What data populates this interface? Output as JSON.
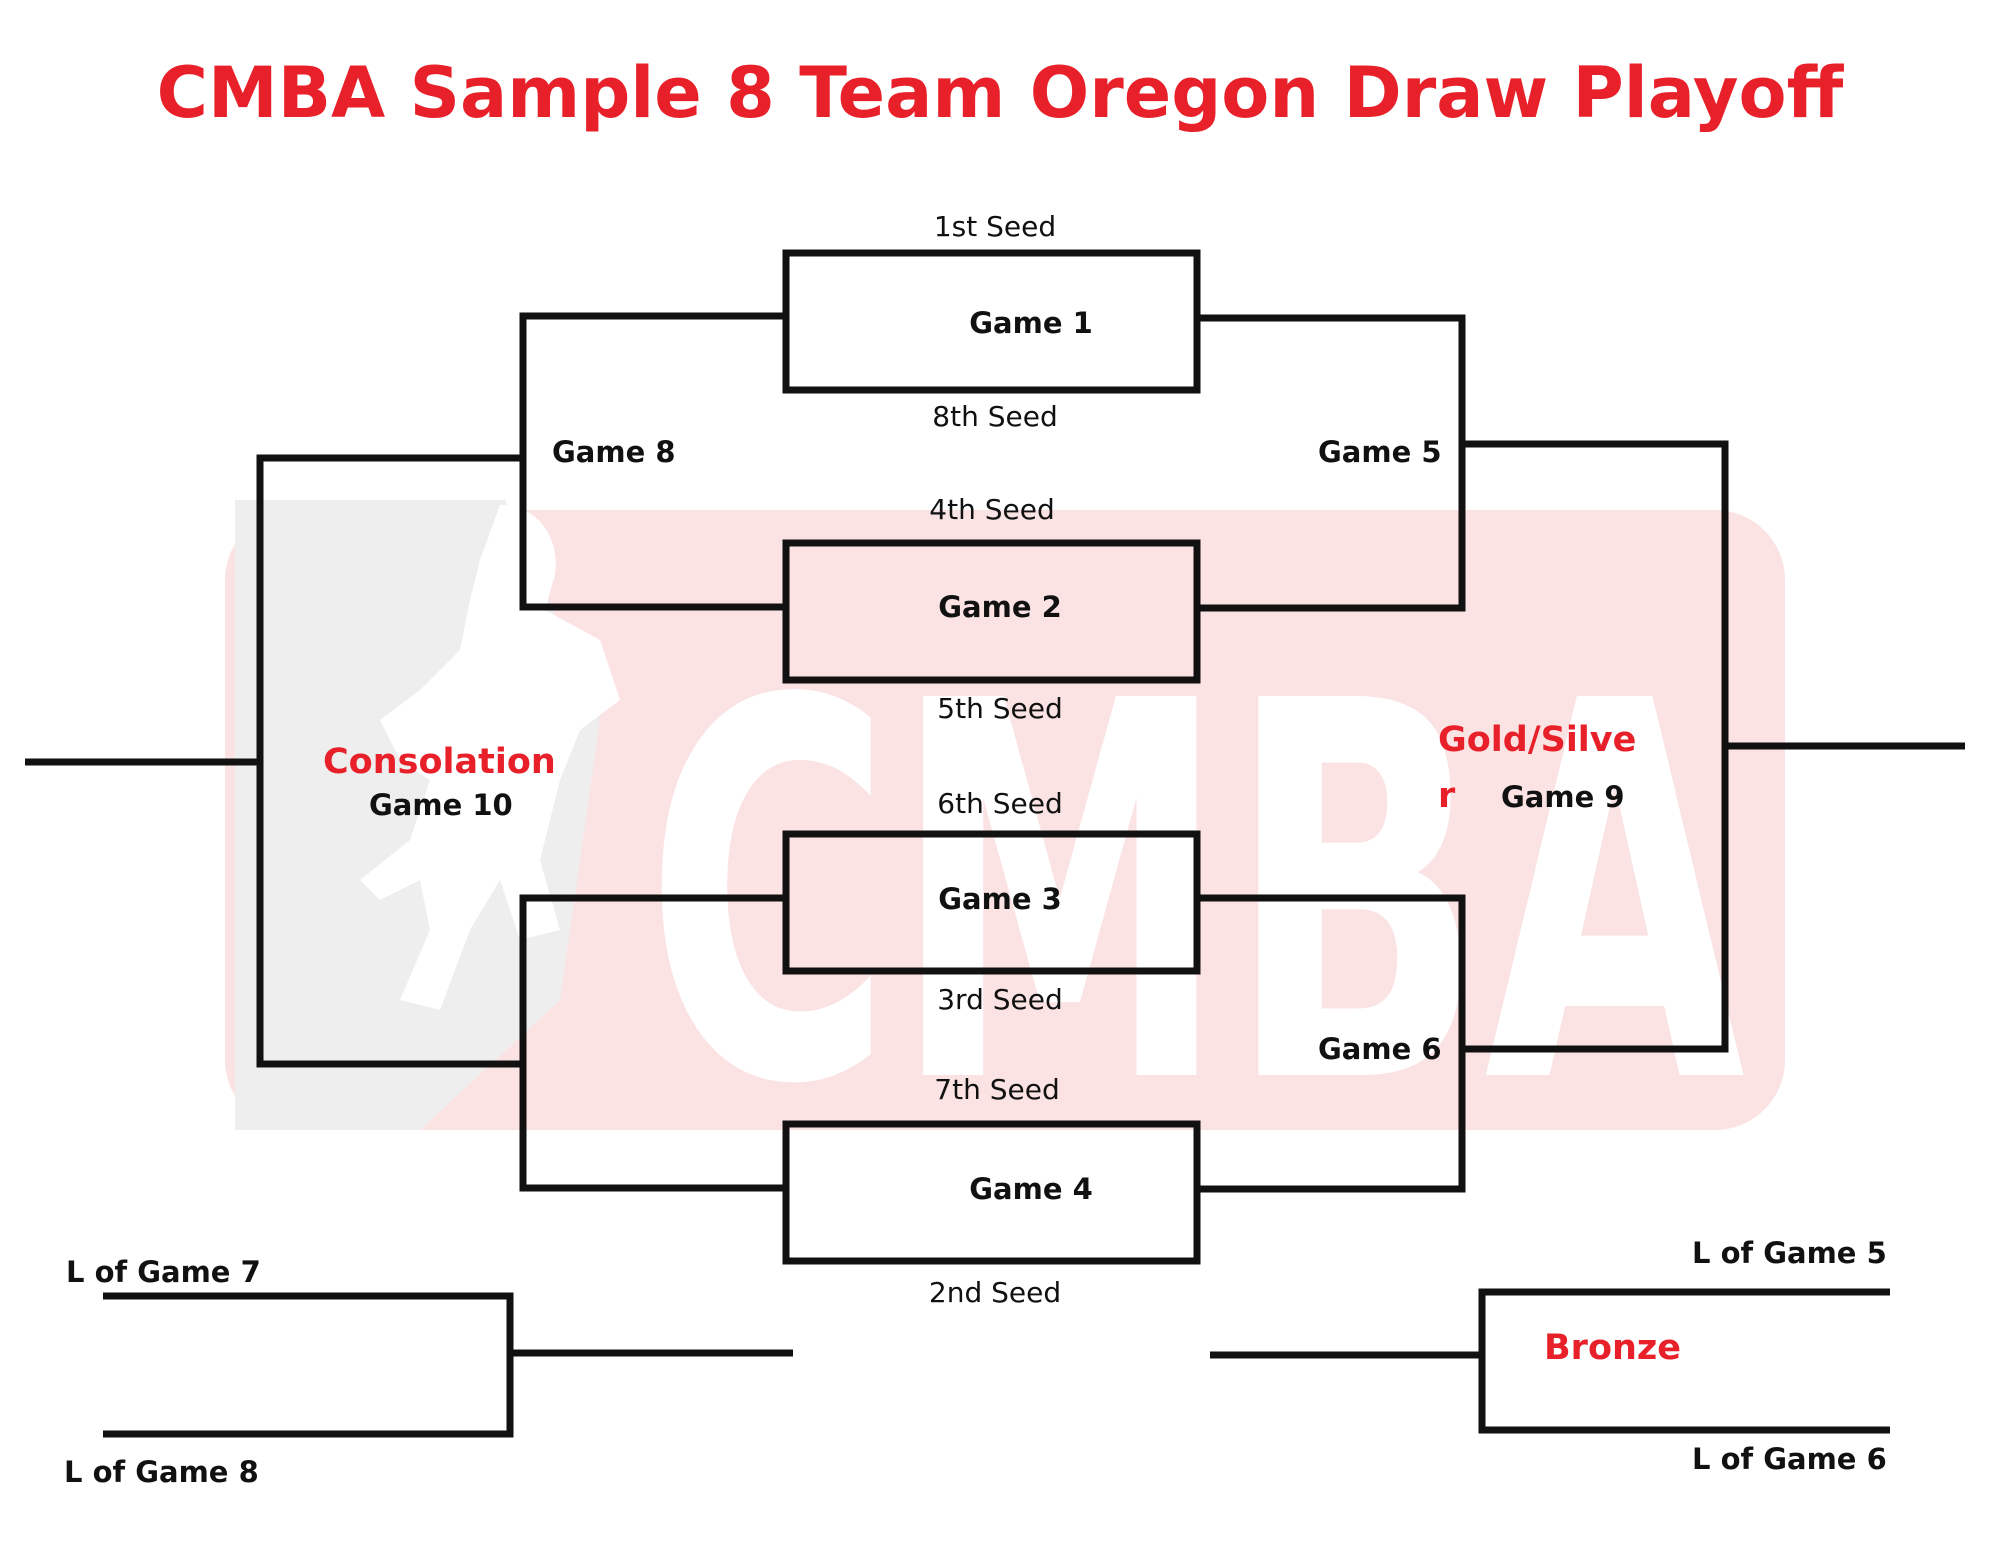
{
  "title": "CMBA Sample 8 Team Oregon Draw Playoff",
  "colors": {
    "accent": "#e8202a",
    "line": "#111111",
    "watermark_red": "#fbe3e4",
    "watermark_gray": "#eeeeee"
  },
  "watermark": {
    "text": "CMBA"
  },
  "seeds": {
    "s1": "1st Seed",
    "s8": "8th Seed",
    "s4": "4th Seed",
    "s5": "5th Seed",
    "s6": "6th Seed",
    "s3": "3rd Seed",
    "s7": "7th Seed",
    "s2": "2nd Seed"
  },
  "games": {
    "g1": "Game 1",
    "g2": "Game 2",
    "g3": "Game 3",
    "g4": "Game 4",
    "g5": "Game 5",
    "g6": "Game 6",
    "g8": "Game 8",
    "g9": "Game 9",
    "g10": "Game 10"
  },
  "labels": {
    "consolation": "Consolation",
    "gold_silver_line1": "Gold/Silve",
    "gold_silver_line2": "r",
    "bronze": "Bronze"
  },
  "losers": {
    "l7": "L of Game 7",
    "l8": "L of Game 8",
    "l5": "L of Game 5",
    "l6": "L of Game 6"
  }
}
